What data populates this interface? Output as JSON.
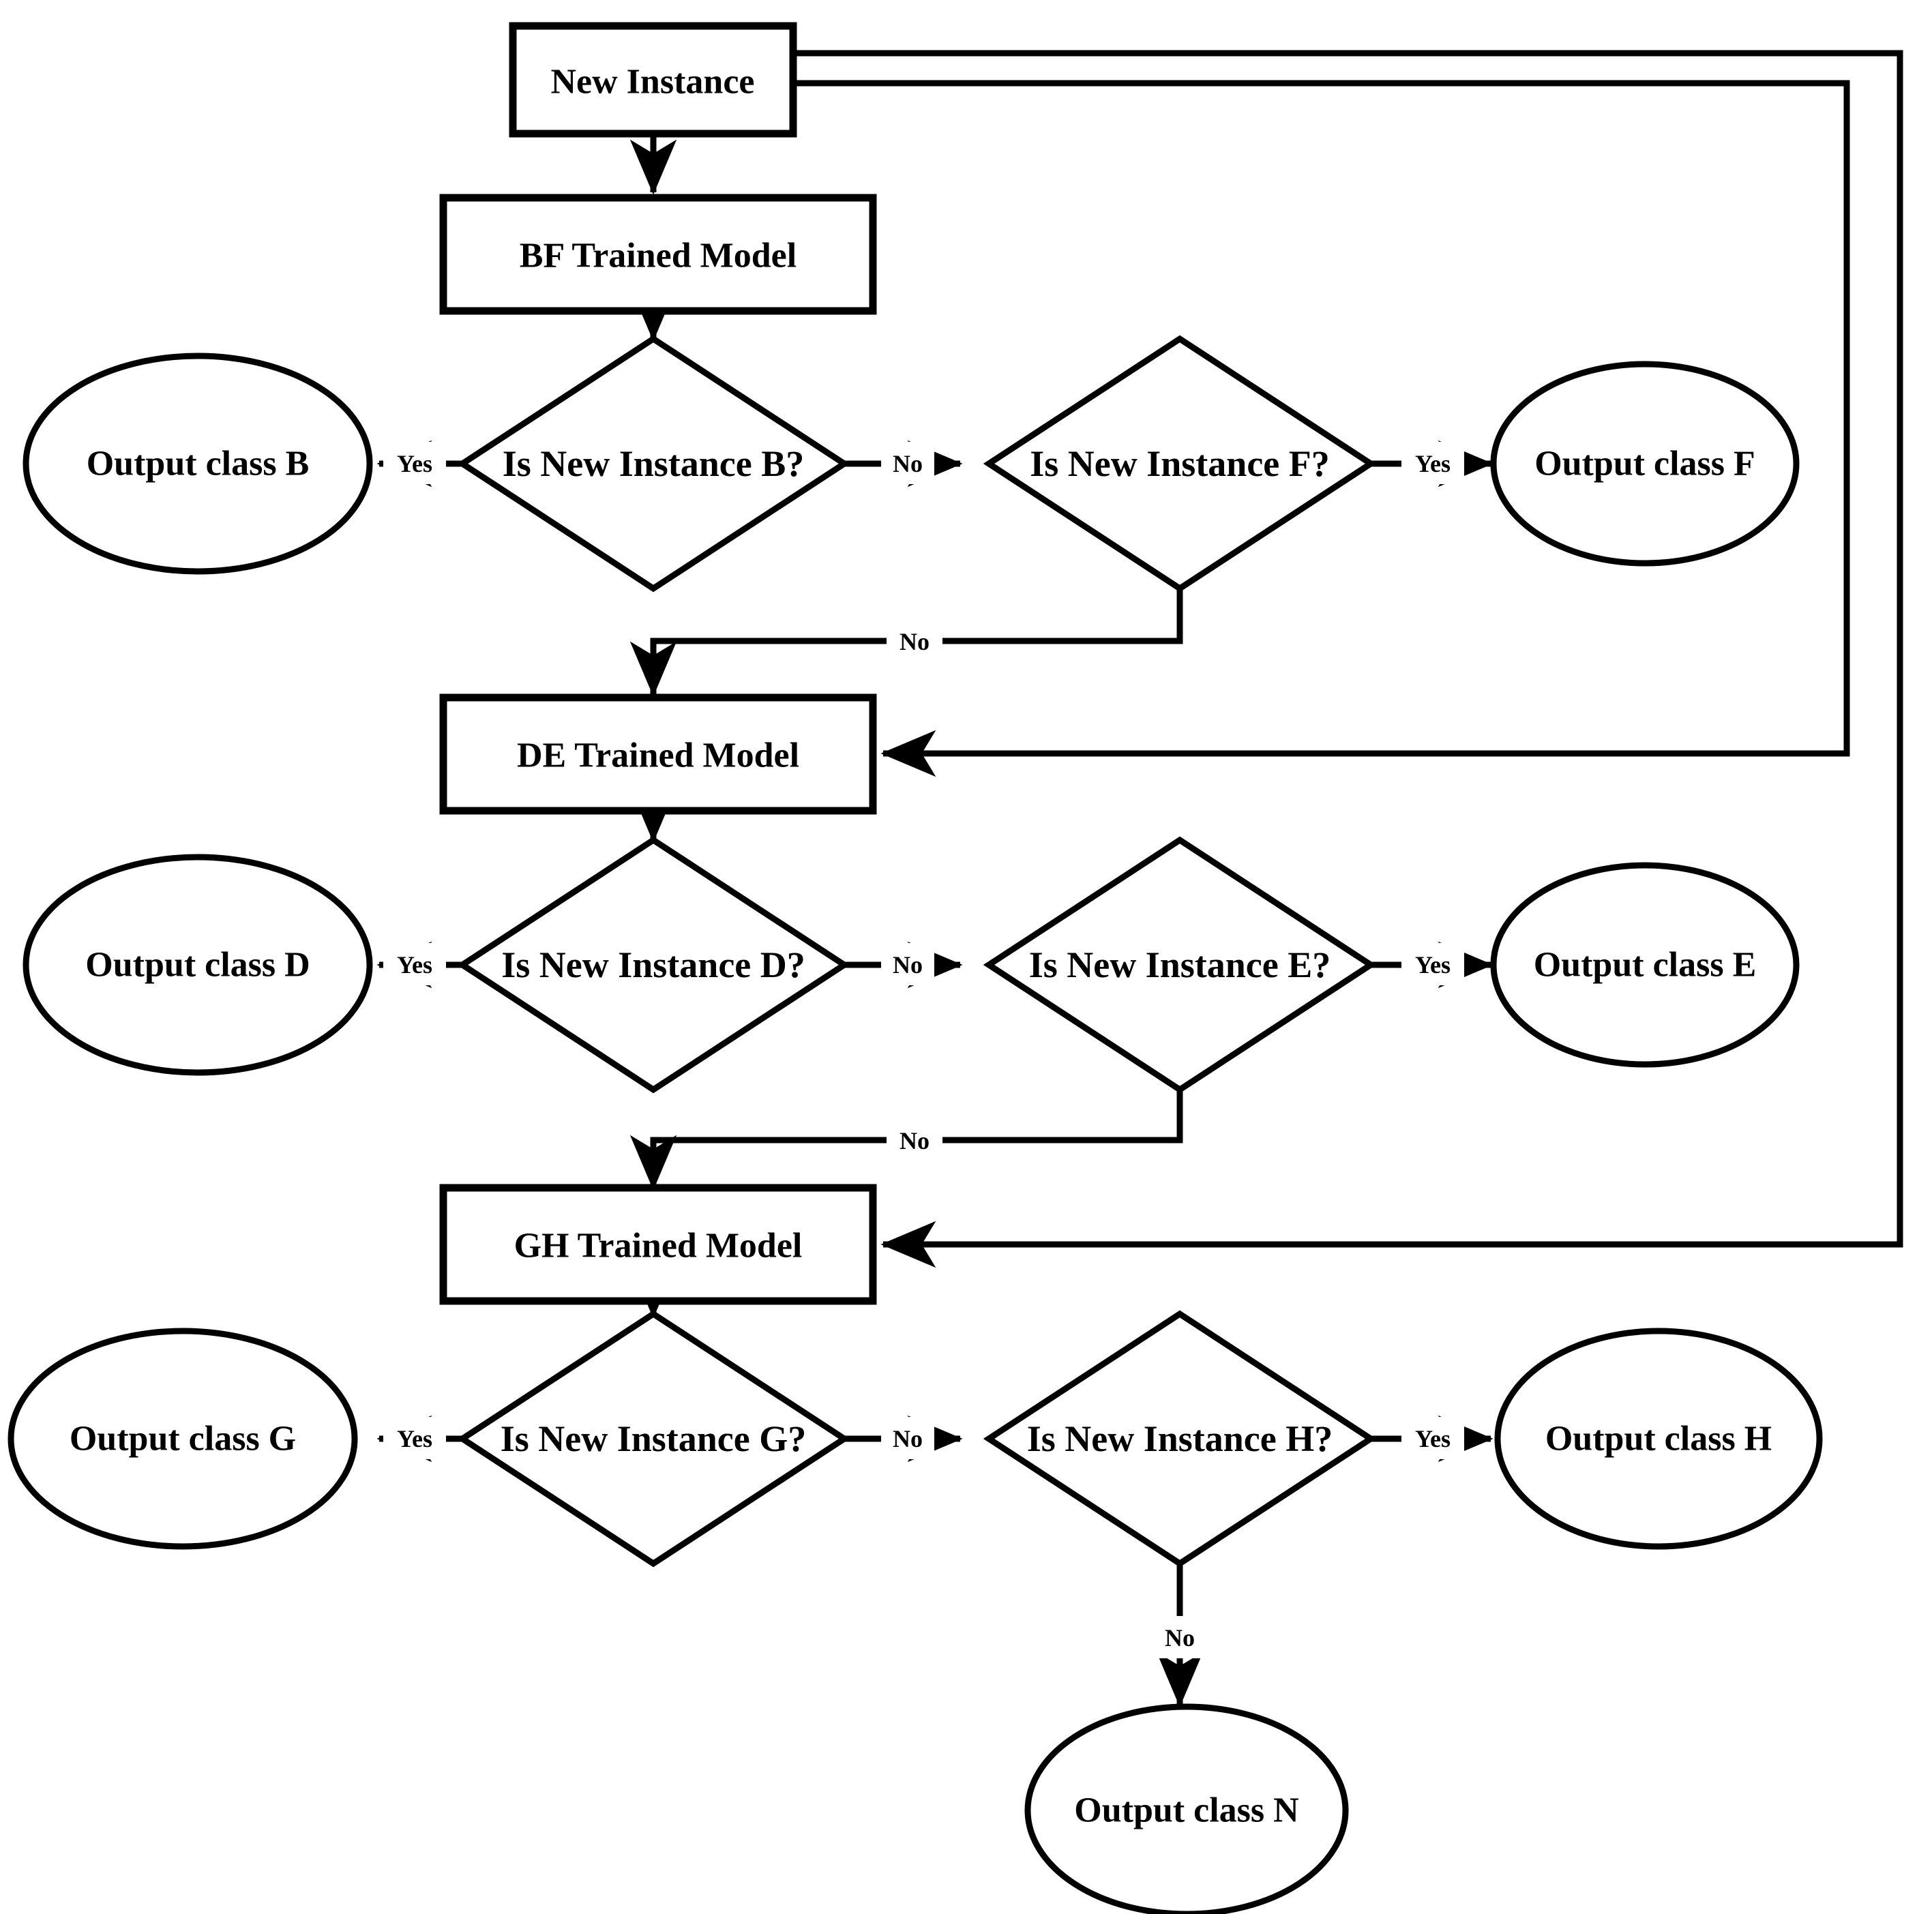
{
  "diagram": {
    "type": "flowchart",
    "title": "Hierarchical class decision flowchart",
    "stroke_color": "#000000",
    "fill_color": "#ffffff",
    "background": "#ffffff"
  },
  "nodes": {
    "start": {
      "label": "New Instance",
      "shape": "rectangle"
    },
    "model_bf": {
      "label": "BF Trained Model",
      "shape": "rectangle"
    },
    "model_de": {
      "label": "DE Trained Model",
      "shape": "rectangle"
    },
    "model_gh": {
      "label": "GH Trained Model",
      "shape": "rectangle"
    },
    "decision_b": {
      "label": "Is New Instance B?",
      "shape": "diamond"
    },
    "decision_f": {
      "label": "Is New Instance F?",
      "shape": "diamond"
    },
    "decision_d": {
      "label": "Is New Instance D?",
      "shape": "diamond"
    },
    "decision_e": {
      "label": "Is New Instance E?",
      "shape": "diamond"
    },
    "decision_g": {
      "label": "Is New Instance G?",
      "shape": "diamond"
    },
    "decision_h": {
      "label": "Is New Instance H?",
      "shape": "diamond"
    },
    "out_b": {
      "label": "Output class B",
      "shape": "ellipse"
    },
    "out_f": {
      "label": "Output class F",
      "shape": "ellipse"
    },
    "out_d": {
      "label": "Output class D",
      "shape": "ellipse"
    },
    "out_e": {
      "label": "Output class E",
      "shape": "ellipse"
    },
    "out_g": {
      "label": "Output class G",
      "shape": "ellipse"
    },
    "out_h": {
      "label": "Output class H",
      "shape": "ellipse"
    },
    "out_n": {
      "label": "Output class N",
      "shape": "ellipse"
    }
  },
  "edge_labels": {
    "b_yes": "Yes",
    "b_no": "No",
    "f_yes": "Yes",
    "f_no": "No",
    "d_yes": "Yes",
    "d_no": "No",
    "e_yes": "Yes",
    "e_no": "No",
    "g_yes": "Yes",
    "g_no": "No",
    "h_yes": "Yes",
    "h_no": "No"
  },
  "edges": [
    {
      "from": "start",
      "to": "model_bf",
      "label": ""
    },
    {
      "from": "start",
      "to": "model_de",
      "label": ""
    },
    {
      "from": "start",
      "to": "model_gh",
      "label": ""
    },
    {
      "from": "model_bf",
      "to": "decision_b",
      "label": ""
    },
    {
      "from": "decision_b",
      "to": "out_b",
      "label": "Yes"
    },
    {
      "from": "decision_b",
      "to": "decision_f",
      "label": "No"
    },
    {
      "from": "decision_f",
      "to": "out_f",
      "label": "Yes"
    },
    {
      "from": "decision_f",
      "to": "model_de",
      "label": "No"
    },
    {
      "from": "model_de",
      "to": "decision_d",
      "label": ""
    },
    {
      "from": "decision_d",
      "to": "out_d",
      "label": "Yes"
    },
    {
      "from": "decision_d",
      "to": "decision_e",
      "label": "No"
    },
    {
      "from": "decision_e",
      "to": "out_e",
      "label": "Yes"
    },
    {
      "from": "decision_e",
      "to": "model_gh",
      "label": "No"
    },
    {
      "from": "model_gh",
      "to": "decision_g",
      "label": ""
    },
    {
      "from": "decision_g",
      "to": "out_g",
      "label": "Yes"
    },
    {
      "from": "decision_g",
      "to": "decision_h",
      "label": "No"
    },
    {
      "from": "decision_h",
      "to": "out_h",
      "label": "Yes"
    },
    {
      "from": "decision_h",
      "to": "out_n",
      "label": "No"
    }
  ]
}
